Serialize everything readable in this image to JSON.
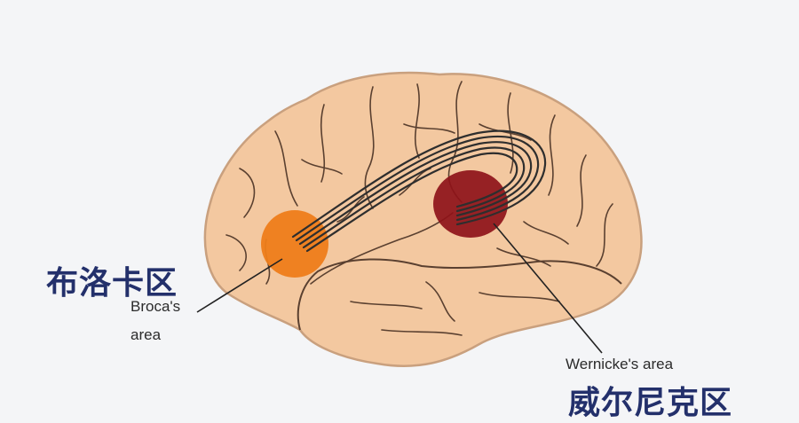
{
  "labels": {
    "broca_cn": "布洛卡区",
    "broca_en_line1": "Broca's",
    "broca_en_line2": "area",
    "wernicke_en": "Wernicke's area",
    "wernicke_cn": "威尔尼克区"
  },
  "colors": {
    "background": "#f4f5f7",
    "brain_fill": "#f3c8a0",
    "sulci": "#5a4030",
    "broca_area": "#ee7d1a",
    "wernicke_area": "#8e1219",
    "arcuate_fasciculus": "#2e2e2e",
    "chinese_label": "#23306b"
  }
}
